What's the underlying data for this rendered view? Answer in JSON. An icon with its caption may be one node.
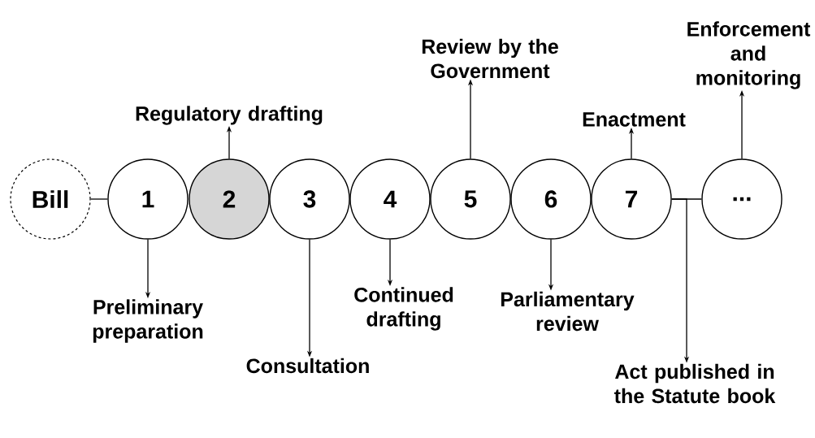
{
  "diagram": {
    "nodes": [
      {
        "text": [
          "Bill"
        ]
      },
      {
        "text": [
          "1"
        ]
      },
      {
        "text": [
          "2"
        ]
      },
      {
        "text": [
          "3"
        ]
      },
      {
        "text": [
          "4"
        ]
      },
      {
        "text": [
          "5"
        ]
      },
      {
        "text": [
          "6"
        ]
      },
      {
        "text": [
          "7"
        ]
      },
      {
        "text": [
          "..."
        ]
      },
      {
        "text": [
          "Preliminary preparation"
        ]
      },
      {
        "text": [
          "Regulatory drafting"
        ]
      },
      {
        "text": [
          "Consultation"
        ]
      },
      {
        "text": [
          "Continued drafting"
        ]
      },
      {
        "text": [
          "Review by the Government"
        ]
      },
      {
        "text": [
          "Parliamentary review"
        ]
      },
      {
        "text": [
          "Enactment"
        ]
      },
      {
        "text": [
          "Enforcement and monitoring"
        ]
      },
      {
        "text": [
          "Act published in the Statute book"
        ]
      }
    ],
    "edges": [
      {
        "from": 0,
        "to": 1,
        "arrow": "none"
      },
      {
        "from": 7,
        "to": 8,
        "arrow": "none"
      },
      {
        "from": 1,
        "to": 9,
        "arrow": "to"
      },
      {
        "from": 2,
        "to": 10,
        "arrow": "to"
      },
      {
        "from": 3,
        "to": 11,
        "arrow": "to"
      },
      {
        "from": 4,
        "to": 12,
        "arrow": "to"
      },
      {
        "from": 5,
        "to": 13,
        "arrow": "to"
      },
      {
        "from": 6,
        "to": 14,
        "arrow": "to"
      },
      {
        "from": 7,
        "to": 15,
        "arrow": "to"
      },
      {
        "from": 8,
        "to": 16,
        "arrow": "to"
      },
      {
        "from": 7,
        "to": 17,
        "arrow": "to"
      }
    ]
  }
}
